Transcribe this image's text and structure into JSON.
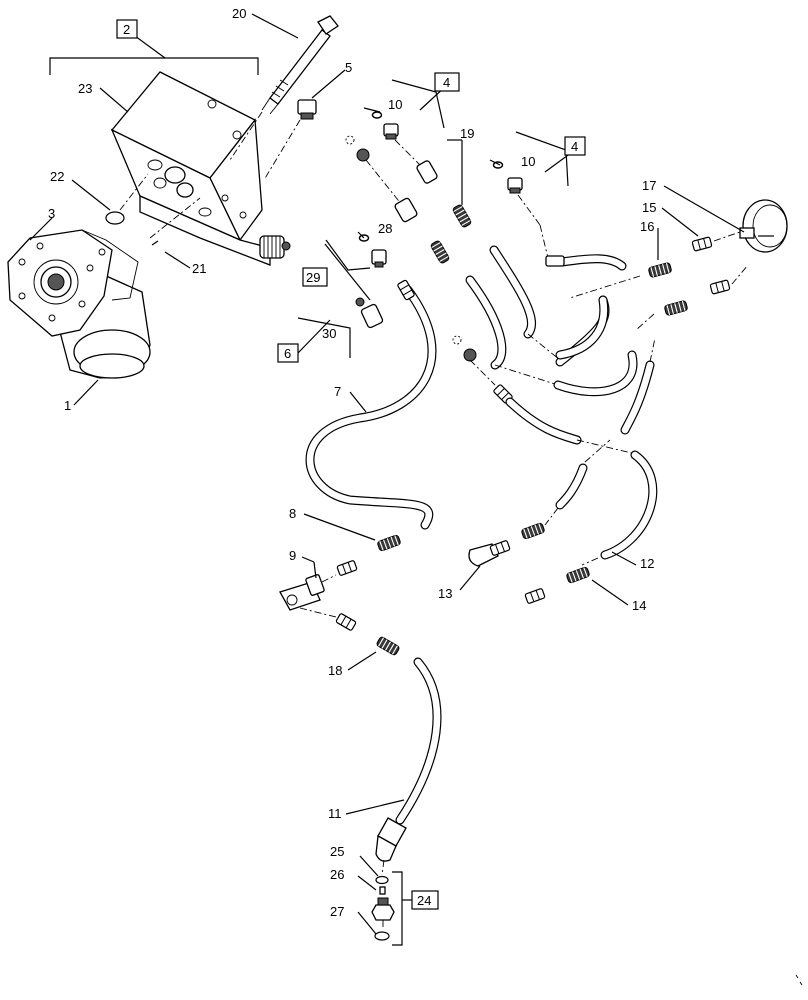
{
  "callouts": [
    {
      "id": "c20",
      "text": "20"
    },
    {
      "id": "c2",
      "text": "2"
    },
    {
      "id": "c23",
      "text": "23"
    },
    {
      "id": "c5",
      "text": "5"
    },
    {
      "id": "c4a",
      "text": "4"
    },
    {
      "id": "c10a",
      "text": "10"
    },
    {
      "id": "c19",
      "text": "19"
    },
    {
      "id": "c4b",
      "text": "4"
    },
    {
      "id": "c10b",
      "text": "10"
    },
    {
      "id": "c17",
      "text": "17"
    },
    {
      "id": "c15",
      "text": "15"
    },
    {
      "id": "c16",
      "text": "16"
    },
    {
      "id": "c22",
      "text": "22"
    },
    {
      "id": "c3",
      "text": "3"
    },
    {
      "id": "c28",
      "text": "28"
    },
    {
      "id": "c21",
      "text": "21"
    },
    {
      "id": "c29",
      "text": "29"
    },
    {
      "id": "c30",
      "text": "30"
    },
    {
      "id": "c6",
      "text": "6"
    },
    {
      "id": "c1",
      "text": "1"
    },
    {
      "id": "c7",
      "text": "7"
    },
    {
      "id": "c8",
      "text": "8"
    },
    {
      "id": "c9",
      "text": "9"
    },
    {
      "id": "c12",
      "text": "12"
    },
    {
      "id": "c13",
      "text": "13"
    },
    {
      "id": "c14",
      "text": "14"
    },
    {
      "id": "c18",
      "text": "18"
    },
    {
      "id": "c11",
      "text": "11"
    },
    {
      "id": "c25",
      "text": "25"
    },
    {
      "id": "c26",
      "text": "26"
    },
    {
      "id": "c24",
      "text": "24"
    },
    {
      "id": "c27",
      "text": "27"
    }
  ]
}
